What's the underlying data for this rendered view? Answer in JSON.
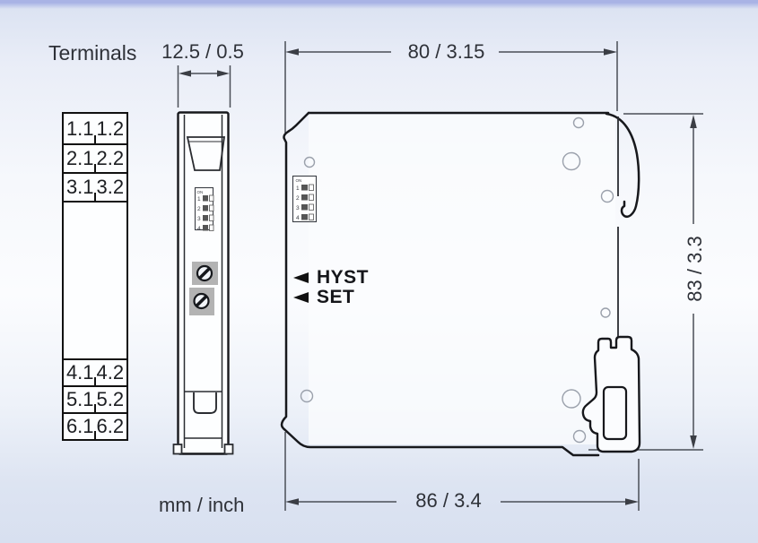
{
  "page": {
    "title": "Terminals",
    "units_label": "mm / inch"
  },
  "dimensions": {
    "module_width": "12.5 / 0.5",
    "body_width": "80 / 3.15",
    "body_height": "83 / 3.3",
    "total_depth": "86 / 3.4"
  },
  "front_labels": {
    "hyst": "HYST",
    "set": "SET"
  },
  "terminals": {
    "rows_top": [
      [
        "1.1",
        "1.2"
      ],
      [
        "2.1",
        "2.2"
      ],
      [
        "3.1",
        "3.2"
      ]
    ],
    "rows_bottom": [
      [
        "4.1",
        "4.2"
      ],
      [
        "5.1",
        "5.2"
      ],
      [
        "6.1",
        "6.2"
      ]
    ]
  },
  "dip_switch": {
    "on_label": "ON",
    "positions": [
      "1",
      "2",
      "3",
      "4"
    ]
  },
  "colors": {
    "outline": "#17181c",
    "dimension_line": "#4a4e57",
    "hole_outline": "#9aa0ab",
    "screw_background": "#b3b3b3",
    "top_bar": "#a9b3e5"
  }
}
